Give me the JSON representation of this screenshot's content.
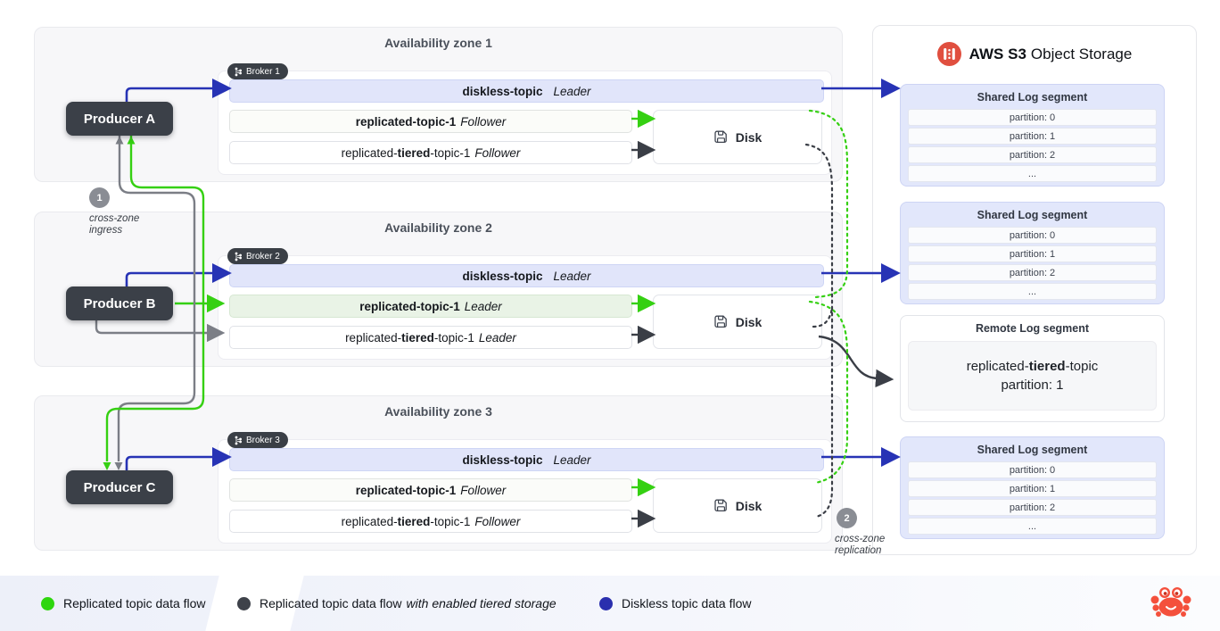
{
  "colors": {
    "green": "#35d012",
    "blue": "#2733b5",
    "dark": "#3a3e46",
    "gray": "#7b7e86",
    "lavender": "#e1e5fa",
    "leader_green": "#e9f3e6",
    "zone_bg": "#f7f7f9",
    "producer_bg": "#3b4048",
    "s3_red": "#e04f3f",
    "marker_gray": "#8a8d94"
  },
  "zones": [
    {
      "title": "Availability zone 1",
      "broker": "Broker 1",
      "disk_label": "Disk",
      "topics": [
        {
          "pre": "",
          "bold": "diskless-topic",
          "post": "",
          "role": "Leader"
        },
        {
          "pre": "",
          "bold": "replicated-topic-1",
          "post": "",
          "role": "Follower"
        },
        {
          "pre": "replicated-",
          "bold": "tiered",
          "post": "-topic-1",
          "role": "Follower"
        }
      ]
    },
    {
      "title": "Availability zone 2",
      "broker": "Broker 2",
      "disk_label": "Disk",
      "topics": [
        {
          "pre": "",
          "bold": "diskless-topic",
          "post": "",
          "role": "Leader"
        },
        {
          "pre": "",
          "bold": "replicated-topic-1",
          "post": "",
          "role": "Leader"
        },
        {
          "pre": "replicated-",
          "bold": "tiered",
          "post": "-topic-1",
          "role": "Leader"
        }
      ]
    },
    {
      "title": "Availability zone 3",
      "broker": "Broker 3",
      "disk_label": "Disk",
      "topics": [
        {
          "pre": "",
          "bold": "diskless-topic",
          "post": "",
          "role": "Leader"
        },
        {
          "pre": "",
          "bold": "replicated-topic-1",
          "post": "",
          "role": "Follower"
        },
        {
          "pre": "replicated-",
          "bold": "tiered",
          "post": "-topic-1",
          "role": "Follower"
        }
      ]
    }
  ],
  "producers": [
    {
      "label": "Producer A"
    },
    {
      "label": "Producer B"
    },
    {
      "label": "Producer C"
    }
  ],
  "markers": {
    "ingress": {
      "number": "1",
      "line1": "cross-zone",
      "line2": "ingress"
    },
    "replication": {
      "number": "2",
      "line1": "cross-zone",
      "line2": "replication"
    }
  },
  "storage": {
    "title_bold": "AWS S3",
    "title_rest": "Object Storage",
    "segments": [
      {
        "type": "shared",
        "title": "Shared Log segment",
        "rows": [
          "partition: 0",
          "partition: 1",
          "partition: 2",
          "..."
        ]
      },
      {
        "type": "shared",
        "title": "Shared Log segment",
        "rows": [
          "partition: 0",
          "partition: 1",
          "partition: 2",
          "..."
        ]
      },
      {
        "type": "remote",
        "title": "Remote Log segment",
        "topic_pre": "replicated-",
        "topic_bold": "tiered",
        "topic_post": "-topic",
        "partition": "partition: 1"
      },
      {
        "type": "shared",
        "title": "Shared Log segment",
        "rows": [
          "partition: 0",
          "partition: 1",
          "partition: 2",
          "..."
        ]
      }
    ]
  },
  "legend": {
    "items": [
      {
        "color": "#2ed60e",
        "text": "Replicated topic data flow",
        "italic": ""
      },
      {
        "color": "#3e424a",
        "text": "Replicated topic data flow",
        "italic": "with enabled tiered storage"
      },
      {
        "color": "#2a2fae",
        "text": "Diskless topic data flow",
        "italic": ""
      }
    ]
  }
}
